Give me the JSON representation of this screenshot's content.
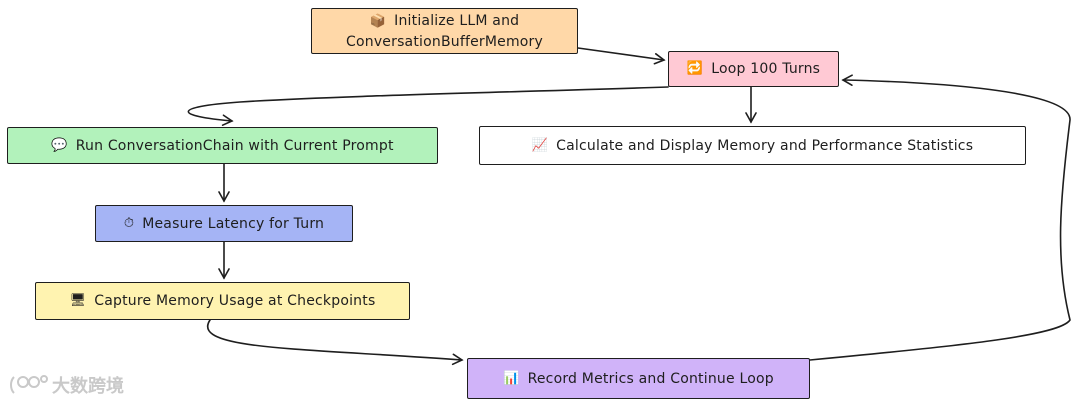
{
  "nodes": {
    "init": {
      "icon": "📦",
      "line1": "Initialize LLM and",
      "line2": "ConversationBufferMemory"
    },
    "loop": {
      "icon": "🔁",
      "label": "Loop 100 Turns"
    },
    "run": {
      "icon": "💬",
      "label": "Run ConversationChain with Current Prompt"
    },
    "calc": {
      "icon": "📈",
      "label": "Calculate and Display Memory and Performance Statistics"
    },
    "measure": {
      "icon": "⏱",
      "label": "Measure Latency for Turn"
    },
    "capture": {
      "icon": "🖥",
      "label": "Capture Memory Usage at Checkpoints"
    },
    "record": {
      "icon": "📊",
      "label": "Record Metrics and Continue Loop"
    }
  },
  "watermark": {
    "text": "大数跨境"
  },
  "colors": {
    "init": "#ffd8a8",
    "loop": "#ffc9d4",
    "run": "#b2f2bb",
    "measure": "#a5b4f5",
    "capture": "#fff3b0",
    "record": "#d0b3f9",
    "stroke": "#1e1e1e"
  }
}
